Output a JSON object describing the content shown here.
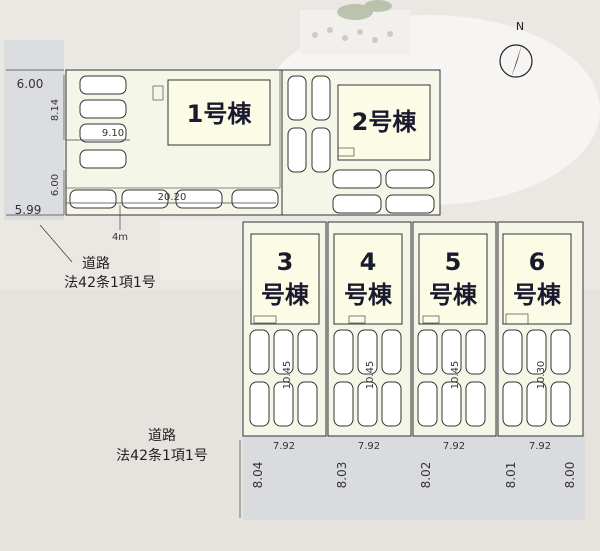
{
  "compass": {
    "north_label": "N"
  },
  "buildings": [
    {
      "label": "1号棟"
    },
    {
      "label": "2号棟"
    },
    {
      "label_top": "3",
      "label_bottom": "号棟"
    },
    {
      "label_top": "4",
      "label_bottom": "号棟"
    },
    {
      "label_top": "5",
      "label_bottom": "号棟"
    },
    {
      "label_top": "6",
      "label_bottom": "号棟"
    }
  ],
  "dimensions": {
    "top_left_width": "6.00",
    "lot1_depth": "8.14",
    "lot1_inner": "9.10",
    "lot1_lower": "6.00",
    "road_width_left": "5.99",
    "driveway_length": "20.20",
    "driveway_width": "4m",
    "lot3_depth": "10.45",
    "lot4_depth": "10.45",
    "lot5_depth": "10.45",
    "lot6_depth": "10.30",
    "lot3_frontage": "7.92",
    "lot4_frontage": "7.92",
    "lot5_frontage": "7.92",
    "lot6_frontage": "7.92",
    "road_bottom_dims": [
      "8.04",
      "8.03",
      "8.02",
      "8.01",
      "8.00"
    ]
  },
  "roads": {
    "left": {
      "line1": "道路",
      "line2": "法42条1項1号"
    },
    "bottom": {
      "line1": "道路",
      "line2": "法42条1項1号"
    }
  },
  "colors": {
    "lot_fill": "#f4f7e8",
    "building_fill": "#fbfbe6",
    "road_fill": "#d9dbde",
    "lines": "#333333"
  }
}
